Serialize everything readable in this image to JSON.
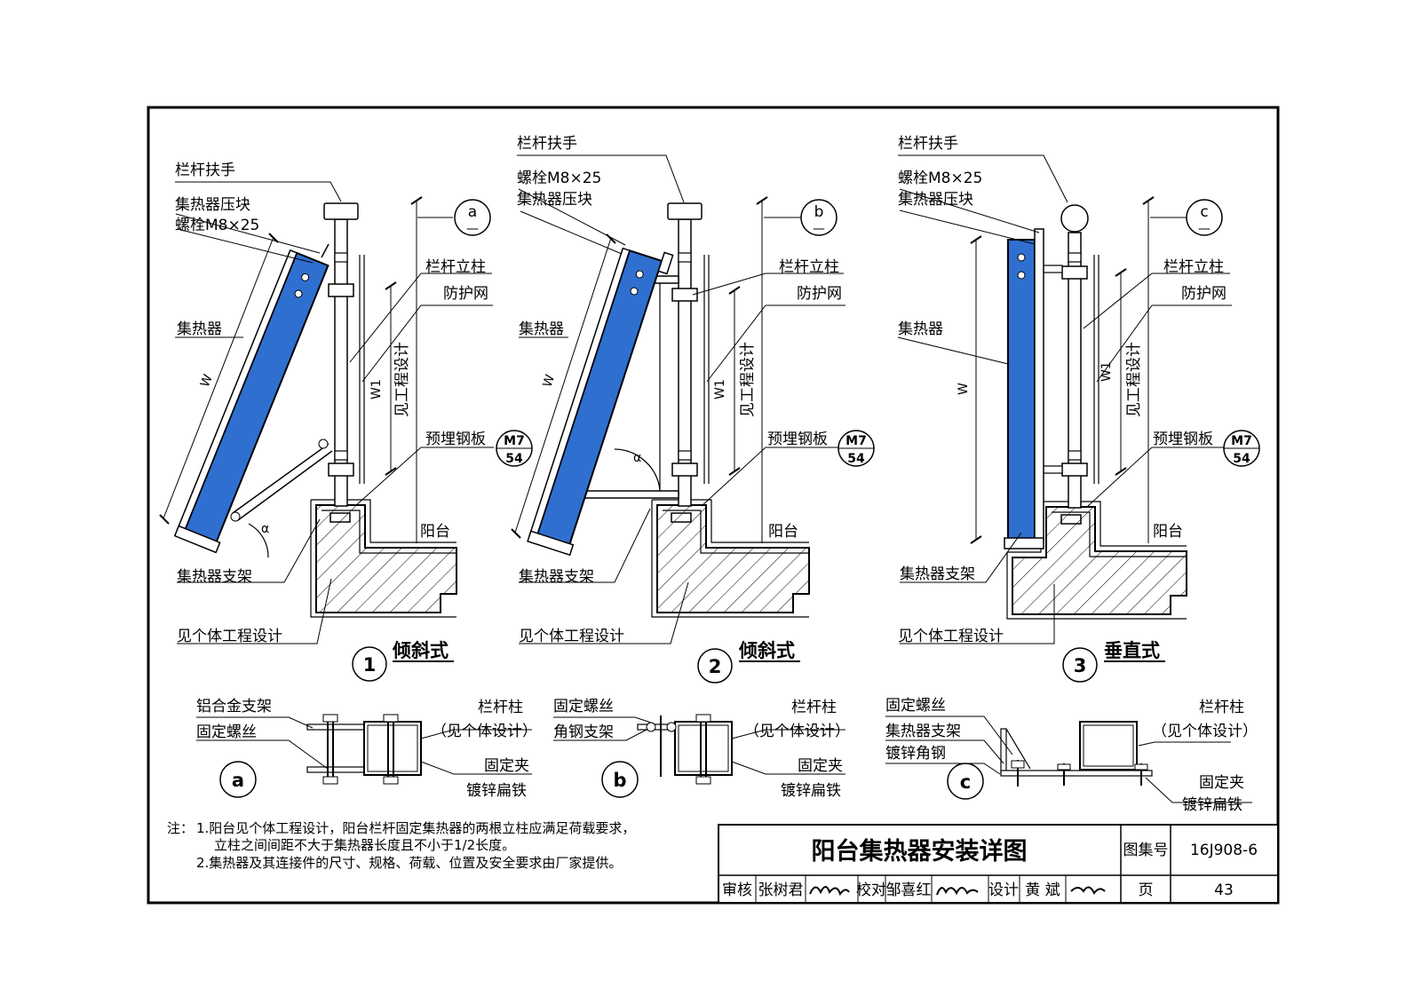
{
  "colors": {
    "collector": "#2f6fd0",
    "line": "#000000",
    "steel": "#ffffff"
  },
  "detail1": {
    "handrail": "栏杆扶手",
    "clamp": "集热器压块",
    "bolt": "螺栓M8×25",
    "collector": "集热器",
    "post": "栏杆立柱",
    "mesh": "防护网",
    "plate": "预埋钢板",
    "balcony": "阳台",
    "bracket": "集热器支架",
    "see_design": "见个体工程设计",
    "dim_w": "W",
    "dim_w1": "W1",
    "dim_eng": "见工程设计",
    "alpha": "α",
    "callout": "a",
    "callout_sub": "—",
    "ref_top": "M7",
    "ref_bot": "54",
    "number": "1",
    "title": "倾斜式"
  },
  "detail2": {
    "handrail": "栏杆扶手",
    "bolt": "螺栓M8×25",
    "clamp": "集热器压块",
    "collector": "集热器",
    "post": "栏杆立柱",
    "mesh": "防护网",
    "plate": "预埋钢板",
    "balcony": "阳台",
    "bracket": "集热器支架",
    "see_design": "见个体工程设计",
    "dim_w": "W",
    "dim_w1": "W1",
    "dim_eng": "见工程设计",
    "alpha": "α",
    "callout": "b",
    "callout_sub": "—",
    "ref_top": "M7",
    "ref_bot": "54",
    "number": "2",
    "title": "倾斜式"
  },
  "detail3": {
    "handrail": "栏杆扶手",
    "bolt": "螺栓M8×25",
    "clamp": "集热器压块",
    "collector": "集热器",
    "post": "栏杆立柱",
    "mesh": "防护网",
    "plate": "预埋钢板",
    "balcony": "阳台",
    "bracket": "集热器支架",
    "see_design": "见个体工程设计",
    "dim_w": "W",
    "dim_w1": "W1",
    "dim_eng": "见工程设计",
    "callout": "c",
    "callout_sub": "—",
    "ref_top": "M7",
    "ref_bot": "54",
    "number": "3",
    "title": "垂直式"
  },
  "sectionA": {
    "l1": "铝合金支架",
    "l2": "固定螺丝",
    "r1": "栏杆柱",
    "r2": "（见个体设计）",
    "r3": "固定夹",
    "r4": "镀锌扁铁",
    "letter": "a"
  },
  "sectionB": {
    "l1": "固定螺丝",
    "l2": "角钢支架",
    "r1": "栏杆柱",
    "r2": "（见个体设计）",
    "r3": "固定夹",
    "r4": "镀锌扁铁",
    "letter": "b"
  },
  "sectionC": {
    "l1": "固定螺丝",
    "l2": "集热器支架",
    "l3": "镀锌角钢",
    "r1": "栏杆柱",
    "r2": "（见个体设计）",
    "r3": "固定夹",
    "r4": "镀锌扁铁",
    "letter": "c"
  },
  "notes": {
    "prefix": "注：",
    "n1a": "1.阳台见个体工程设计，阳台栏杆固定集热器的两根立柱应满足荷载要求，",
    "n1b": "立柱之间间距不大于集热器长度且不小于1/2长度。",
    "n2": "2.集热器及其连接件的尺寸、规格、荷载、位置及安全要求由厂家提供。"
  },
  "titleblock": {
    "title": "阳台集热器安装详图",
    "atlas_label": "图集号",
    "atlas_no": "16J908-6",
    "review_label": "审核",
    "reviewer": "张树君",
    "check_label": "校对",
    "checker": "邹喜红",
    "design_label": "设计",
    "designer": "黄 斌",
    "page_label": "页",
    "page_no": "43"
  }
}
